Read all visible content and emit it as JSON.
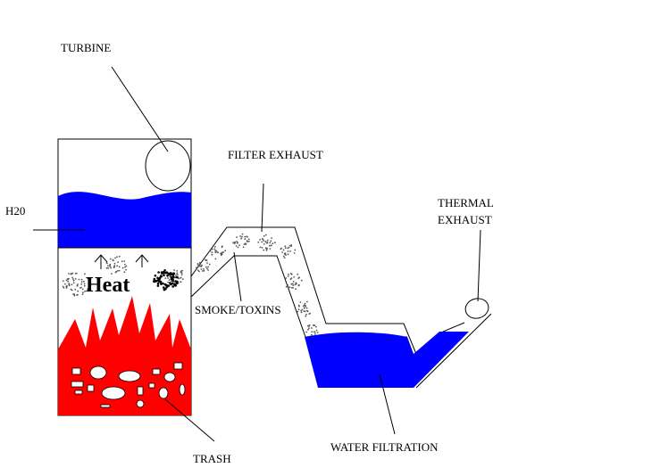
{
  "labels": {
    "turbine": "TURBINE",
    "filter_exhaust": "FILTER EXHAUST",
    "thermal_exhaust_line1": "THERMAL",
    "thermal_exhaust_line2": "EXHAUST",
    "h2o": "H20",
    "heat": "Heat",
    "smoke_toxins": "SMOKE/TOXINS",
    "water_filtration": "WATER FILTRATION",
    "trash": "TRASH"
  },
  "colors": {
    "water": "#0000ff",
    "fire": "#ff0000",
    "outline": "#000000",
    "background": "#ffffff",
    "smoke": "#555555"
  }
}
